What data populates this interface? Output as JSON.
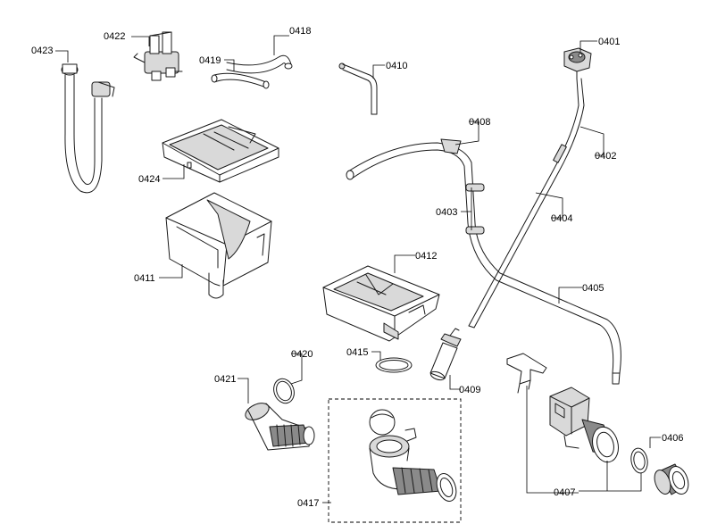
{
  "diagram": {
    "parts": [
      {
        "code": "0401"
      },
      {
        "code": "0402"
      },
      {
        "code": "0403"
      },
      {
        "code": "0404"
      },
      {
        "code": "0405"
      },
      {
        "code": "0406"
      },
      {
        "code": "0407"
      },
      {
        "code": "0408"
      },
      {
        "code": "0409"
      },
      {
        "code": "0410"
      },
      {
        "code": "0411"
      },
      {
        "code": "0412"
      },
      {
        "code": "0415"
      },
      {
        "code": "0417"
      },
      {
        "code": "0418"
      },
      {
        "code": "0419"
      },
      {
        "code": "0420"
      },
      {
        "code": "0421"
      },
      {
        "code": "0422"
      },
      {
        "code": "0423"
      },
      {
        "code": "0424"
      }
    ]
  }
}
